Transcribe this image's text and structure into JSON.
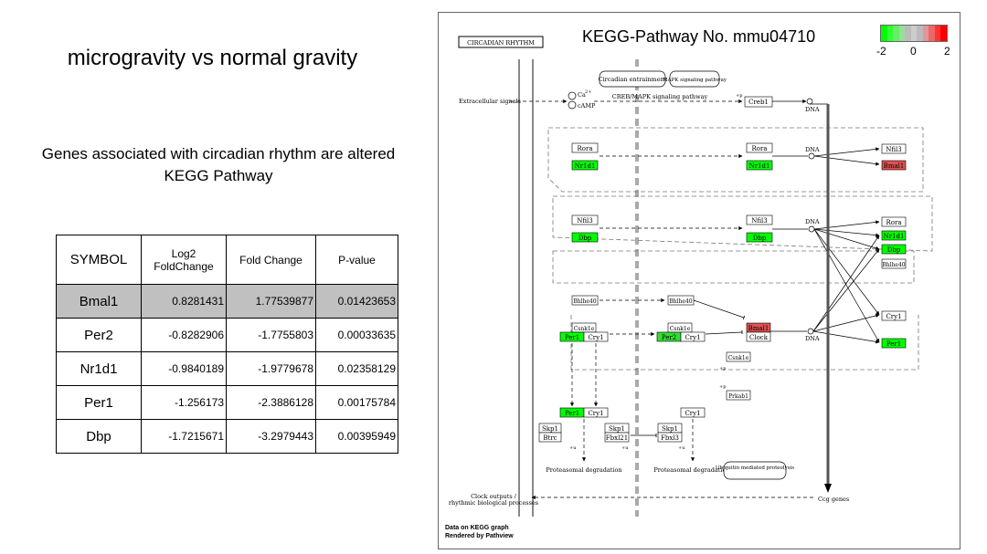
{
  "title": "microgravity vs normal gravity",
  "subtitle_line1": "Genes associated with circadian rhythm are altered",
  "subtitle_line2": "KEGG Pathway",
  "table": {
    "headers": [
      "SYMBOL",
      "Log2 FoldChange",
      "Fold Change",
      "P-value"
    ],
    "rows": [
      {
        "symbol": "Bmal1",
        "log2fc": "0.8281431",
        "fc": "1.77539877",
        "p": "0.01423653"
      },
      {
        "symbol": "Per2",
        "log2fc": "-0.8282906",
        "fc": "-1.7755803",
        "p": "0.00033635"
      },
      {
        "symbol": "Nr1d1",
        "log2fc": "-0.9840189",
        "fc": "-1.9779678",
        "p": "0.02358129"
      },
      {
        "symbol": "Per1",
        "log2fc": "-1.256173",
        "fc": "-2.3886128",
        "p": "0.00175784"
      },
      {
        "symbol": "Dbp",
        "log2fc": "-1.7215671",
        "fc": "-3.2979443",
        "p": "0.00395949"
      }
    ]
  },
  "kegg": {
    "title": "KEGG-Pathway No. mmu04710",
    "legend_ticks": [
      "-2",
      "0",
      "2"
    ],
    "legend_colors": [
      "#00ff00",
      "#33ff33",
      "#66ee66",
      "#99dd99",
      "#bbbbbb",
      "#cccccc",
      "#bbbbbb",
      "#dd9999",
      "#ee6666",
      "#ff3333",
      "#ff0000"
    ],
    "footer_line1": "Data on KEGG graph",
    "footer_line2": "Rendered by Pathview",
    "map_title": "CIRCADIAN RHYTHM",
    "labels": {
      "extracellular": "Extracellular signals",
      "ca": "Ca",
      "ca_sup": "2+",
      "camp": "cAMP",
      "entrainment": "Circadian entrainment",
      "mapk": "MAPK signaling pathway",
      "creb_mapk": "CREB/MAPK signaling pathway",
      "p": "+p",
      "u": "+u",
      "dna": "DNA",
      "proteasomal": "Proteasomal degradation",
      "ubiquitin": "Ubiquitin mediated proteolysis",
      "clock_outputs_1": "Clock outputs /",
      "clock_outputs_2": "rhythmic biological processes",
      "ccg": "Ccg genes"
    },
    "nodes": {
      "creb1": "Creb1",
      "rora": "Rora",
      "nr1d1": "Nr1d1",
      "nfil3": "Nfil3",
      "bmal1": "Bmal1",
      "dbp": "Dbp",
      "bhlhe40": "Bhlhe40",
      "cry1": "Cry1",
      "per1": "Per1",
      "per2": "Per2",
      "csnk1e": "Csnk1e",
      "clock": "Clock",
      "prkab1": "Prkab1",
      "skp1": "Skp1",
      "btrc": "Btrc",
      "fbxl21": "Fbxl21",
      "fbxl3": "Fbxl3"
    },
    "colors": {
      "green": "#00ff00",
      "green_mid": "#33dd33",
      "red": "#e05050"
    }
  }
}
